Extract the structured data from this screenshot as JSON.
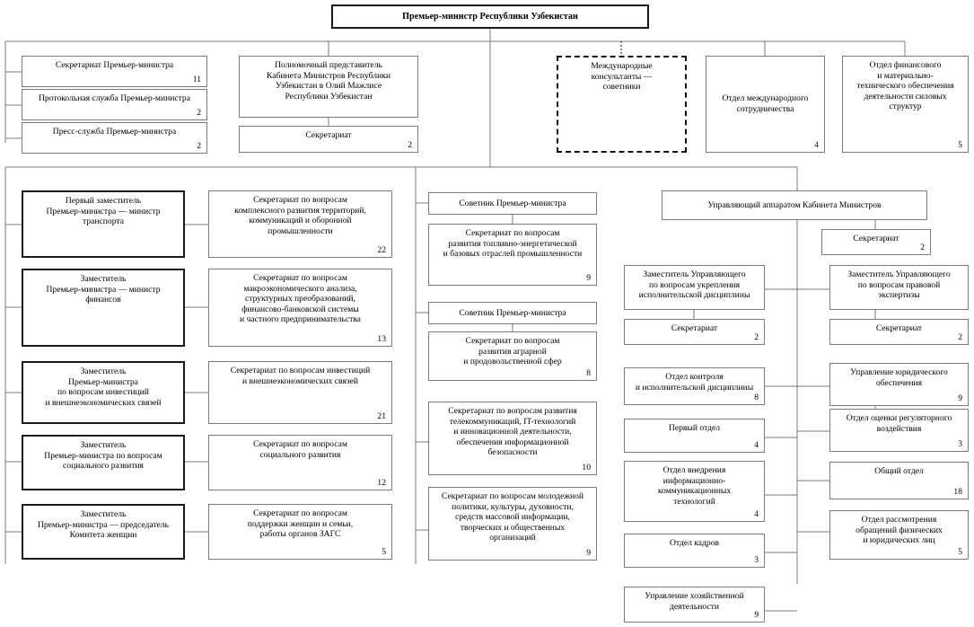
{
  "meta": {
    "doc_type": "organizational-chart",
    "language": "ru",
    "line_color": "#7a7a7a",
    "heavy_line_color": "#1a1a1a",
    "text_color": "#000000",
    "background": "#ffffff"
  },
  "root": {
    "title": "Премьер-министр Республики Узбекистан"
  },
  "tier1_left": [
    {
      "title": "Секретариат Премьер-министра",
      "count": "11"
    },
    {
      "title": "Протокольная служба Премьер-министра",
      "count": "2"
    },
    {
      "title": "Пресс-служба Премьер-министра",
      "count": "2"
    }
  ],
  "tier1_center": {
    "plenipotentiary": {
      "title": "Полномочный представитель\nКабинета Министров Республики\nУзбекистан в Олий Мажлисе\nРеспублики Узбекистан",
      "count": ""
    },
    "secretariat": {
      "title": "Секретариат",
      "count": "2"
    }
  },
  "tier1_advisors": {
    "title": "Международные\nконсультанты —\nсоветники",
    "count": ""
  },
  "tier1_right": [
    {
      "title": "Отдел международного\nсотрудничества",
      "count": "4"
    },
    {
      "title": "Отдел финансового\nи материально-\nтехнического обеспечения\nдеятельности силовых\nструктур",
      "count": "5"
    }
  ],
  "deputies": [
    {
      "title": "Первый заместитель\nПремьер-министра — министр\nтранспорта",
      "count": ""
    },
    {
      "title": "Заместитель\nПремьер-министра — министр\nфинансов",
      "count": ""
    },
    {
      "title": "Заместитель\nПремьер-министра\nпо вопросам инвестиций\nи внешнеэкономических связей",
      "count": ""
    },
    {
      "title": "Заместитель\nПремьер-министра по вопросам\nсоциального развития",
      "count": ""
    },
    {
      "title": "Заместитель\nПремьер-министра — председатель\nКомитета женщин",
      "count": ""
    }
  ],
  "deputy_secretariats": [
    {
      "title": "Секретариат по вопросам\nкомплексного развития территорий,\nкоммуникаций и оборонной\nпромышленности",
      "count": "22"
    },
    {
      "title": "Секретариат по вопросам\nмакроэкономического анализа,\nструктурных преобразований,\nфинансово-банковской системы\nи частного предпринимательства",
      "count": "13"
    },
    {
      "title": "Секретариат по вопросам инвестиций\nи внешнеэкономических связей",
      "count": "21"
    },
    {
      "title": "Секретариат по вопросам\nсоциального развития",
      "count": "12"
    },
    {
      "title": "Секретариат по вопросам\nподдержки женщин и семьи,\nработы органов ЗАГС",
      "count": "5"
    }
  ],
  "advisors": [
    {
      "title": "Советник Премьер-министра",
      "count": ""
    },
    {
      "title": "Советник Премьер-министра",
      "count": ""
    }
  ],
  "advisor_secretariats": [
    {
      "title": "Секретариат по вопросам\nразвития топливно-энергетической\nи базовых отраслей промышленности",
      "count": "9"
    },
    {
      "title": "Секретариат по вопросам\nразвития аграрной\nи продовольственной сфер",
      "count": "8"
    },
    {
      "title": "Секретариат по вопросам развития\nтелекоммуникаций, IT-технологий\nи инновационной деятельности,\nобеспечения информационной\nбезопасности",
      "count": "10"
    },
    {
      "title": "Секретариат по вопросам молодежной\nполитики, культуры, духовности,\nсредств массовой информации,\nтворческих и общественных\nорганизаций",
      "count": "9"
    }
  ],
  "administration": {
    "head": {
      "title": "Управляющий аппаратом Кабинета Министров",
      "count": ""
    },
    "head_secretariat": {
      "title": "Секретариат",
      "count": "2"
    },
    "deputy_discipline": {
      "title": "Заместитель Управляющего\nпо вопросам укрепления\nисполнительской дисциплины",
      "count": ""
    },
    "deputy_discipline_secretariat": {
      "title": "Секретариат",
      "count": "2"
    },
    "deputy_legal": {
      "title": "Заместитель Управляющего\nпо вопросам правовой\nэкспертизы",
      "count": ""
    },
    "deputy_legal_secretariat": {
      "title": "Секретариат",
      "count": "2"
    },
    "left_units": [
      {
        "title": "Отдел контроля\nи исполнительской дисциплины",
        "count": "8"
      },
      {
        "title": "Первый отдел",
        "count": "4"
      },
      {
        "title": "Отдел внедрения\nинформационно-\nкоммуникационных\nтехнологий",
        "count": "4"
      },
      {
        "title": "Отдел кадров",
        "count": "3"
      },
      {
        "title": "Управление хозяйственной\nдеятельности",
        "count": "9"
      }
    ],
    "right_units": [
      {
        "title": "Управление юридического\nобеспечения",
        "count": "9"
      },
      {
        "title": "Отдел оценки регуляторного\nвоздействия",
        "count": "3"
      },
      {
        "title": "Общий отдел",
        "count": "18"
      },
      {
        "title": "Отдел рассмотрения\nобращений физических\nи юридических лиц",
        "count": "5"
      }
    ]
  }
}
